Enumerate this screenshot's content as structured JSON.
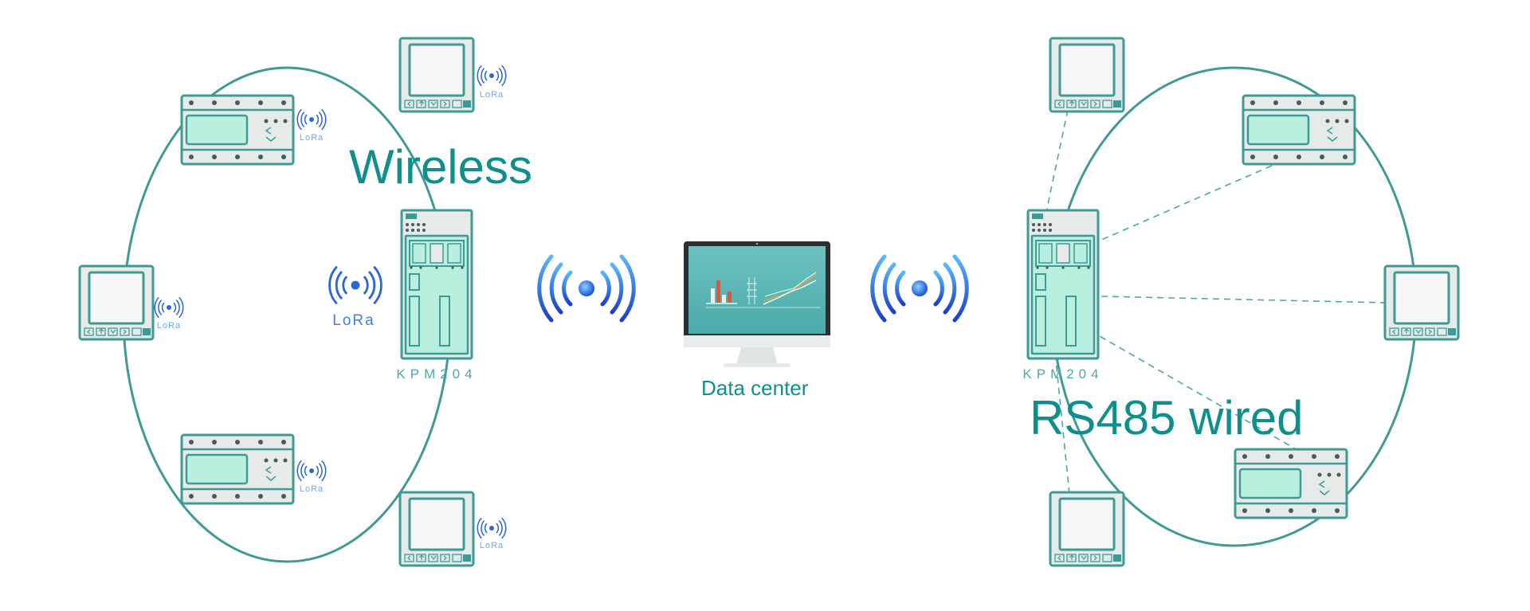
{
  "titles": {
    "wireless": "Wireless",
    "wired": "RS485 wired"
  },
  "labels": {
    "data_center": "Data center",
    "gateway_model": "KPM204",
    "protocol": "LoRa"
  },
  "colors": {
    "accent": "#0f8f8b",
    "device_outline": "#3f9a96",
    "device_body": "#e6eae9",
    "device_screen": "#b8efdf",
    "signal_blue": "#1e5bd8",
    "monitor_screen": "#5fb7b7"
  },
  "icons": {
    "signal": "wireless-signal-icon",
    "monitor": "monitor-icon"
  }
}
